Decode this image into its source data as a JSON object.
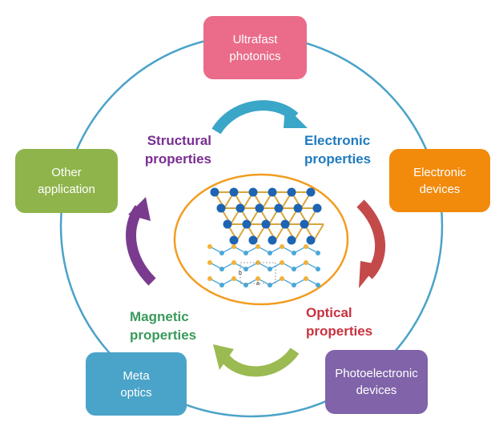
{
  "colors": {
    "big_circle": "#4aa3c8",
    "ellipse": "#f39c1f",
    "app_ultrafast": "#ea6b8a",
    "app_electronic": "#f28a0c",
    "app_photoelectronic": "#8063a9",
    "app_meta": "#4aa3c8",
    "app_other": "#8fb44b",
    "prop_structural": "#7a2e92",
    "prop_electronic": "#1f7bbf",
    "prop_optical": "#c8323f",
    "prop_magnetic": "#3a9a5b",
    "arrow_top": "#3aa6c8",
    "arrow_right": "#c44a4a",
    "arrow_bottom": "#9bbb52",
    "arrow_left": "#7a3b8f",
    "atom_top": "#1d64b3",
    "atom_bottom": "#f0b23a",
    "bond_top": "#d9a53a",
    "lattice_blue": "#4aa8d8"
  },
  "applications": {
    "ultrafast": {
      "line1": "Ultrafast",
      "line2": "photonics"
    },
    "electronic": {
      "line1": "Electronic",
      "line2": "devices"
    },
    "photoelectronic": {
      "line1": "Photoelectronic",
      "line2": "devices"
    },
    "meta": {
      "line1": "Meta",
      "line2": "optics"
    },
    "other": {
      "line1": "Other",
      "line2": "application"
    }
  },
  "properties": {
    "structural": {
      "line1": "Structural",
      "line2": "properties"
    },
    "electronic": {
      "line1": "Electronic",
      "line2": "properties"
    },
    "optical": {
      "line1": "Optical",
      "line2": "properties"
    },
    "magnetic": {
      "line1": "Magnetic",
      "line2": "properties"
    }
  },
  "lattice_labels": {
    "b": "b",
    "a": "a"
  }
}
